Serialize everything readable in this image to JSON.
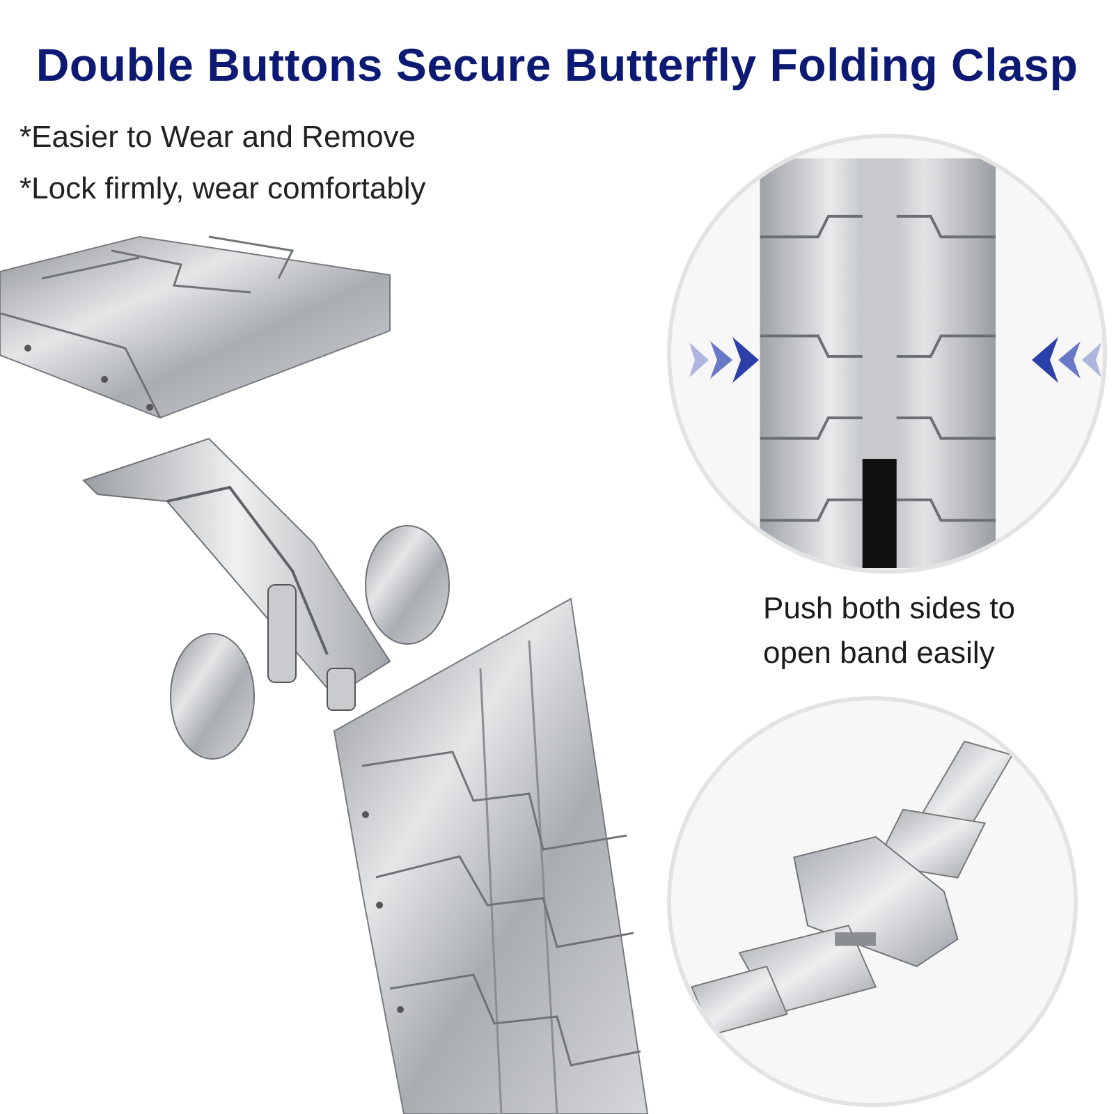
{
  "header": {
    "title": "Double Buttons Secure Butterfly Folding Clasp"
  },
  "features": [
    "*Easier to Wear and Remove",
    "*Lock firmly, wear comfortably"
  ],
  "detail": {
    "caption_line1": "Push both sides to",
    "caption_line2": "open band easily"
  },
  "icons": {
    "left_arrows": "double-chevron-right-icon",
    "right_arrows": "double-chevron-left-icon"
  },
  "colors": {
    "title": "#0d1a73",
    "arrow": "#2b3fa8",
    "metal": "#b9bcc0"
  }
}
